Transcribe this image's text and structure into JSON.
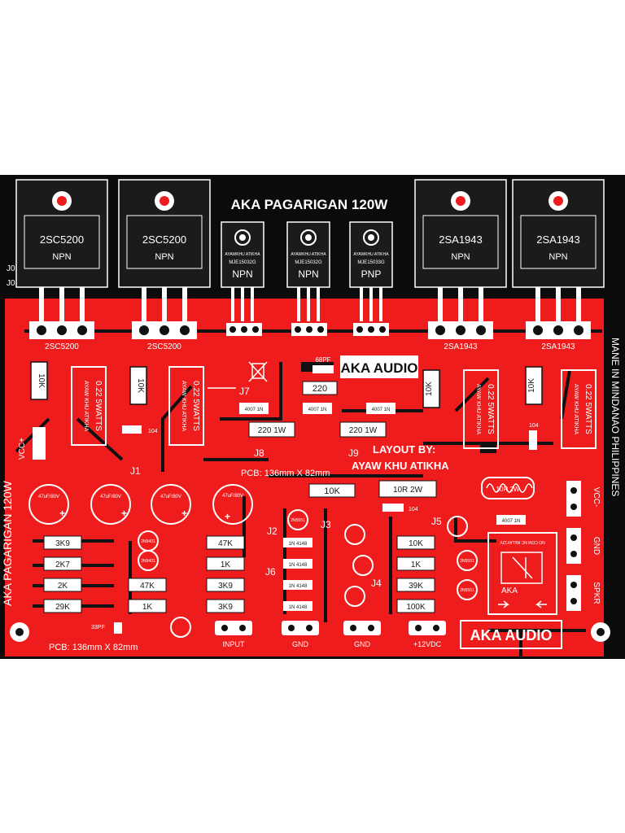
{
  "board": {
    "title": "AKA PAGARIGAN 120W",
    "side_title": "AKA PAGARIGAN 120W",
    "made_in": "MANE IN MINDANAO PHILIPPINES",
    "pcb_size": "PCB: 136mm X 82mm",
    "brand_top": "AKA AUDIO",
    "brand_bottom": "AKA AUDIO",
    "layout_by_1": "LAYOUT BY:",
    "layout_by_2": "AYAW KHU ATIKHA",
    "jo_1": "J0",
    "jo_2": "J0"
  },
  "colors": {
    "board": "#ee1c1c",
    "black": "#0b0b0b",
    "white": "#ffffff",
    "accent_dot": "#ee1c1c"
  },
  "power_transistors": [
    {
      "part": "2SC5200",
      "type": "NPN",
      "silk": "2SC5200"
    },
    {
      "part": "2SC5200",
      "type": "NPN",
      "silk": "2SC5200"
    },
    {
      "part": "2SA1943",
      "type": "NPN",
      "silk": "2SA1943"
    },
    {
      "part": "2SA1943",
      "type": "NPN",
      "silk": "2SA1943"
    }
  ],
  "driver_transistors": [
    {
      "part": "MJE15032G",
      "type": "NPN",
      "maker": "AYAWKHU ATIKHA"
    },
    {
      "part": "MJE15032G",
      "type": "NPN",
      "maker": "AYAWKHU ATIKHA"
    },
    {
      "part": "MJE15033G",
      "type": "PNP",
      "maker": "AYAWKHU ATIKHA"
    }
  ],
  "resistors": {
    "r10k_left_a": "10K",
    "r10k_left_b": "10K",
    "r10k_right_a": "10K",
    "r10k_right_b": "10K",
    "r220": "220",
    "r220_1w_a": "220 1W",
    "r220_1w_b": "220 1W",
    "r10k_mid": "10K",
    "r10r_2w": "10R 2W",
    "r10r_2w_coil": "10R 2W",
    "r3k9_a": "3K9",
    "r2k7": "2K7",
    "r2k": "2K",
    "r29k": "29K",
    "r47k_a": "47K",
    "r1k_a": "1K",
    "r3k9_b": "3K9",
    "r3k9_c": "3K9",
    "r47k_b": "47K",
    "r1k_b": "1K",
    "r10k_r": "10K",
    "r1k_r": "1K",
    "r39k": "39K",
    "r100k": "100K"
  },
  "emitter_resistors": [
    {
      "line1": "AYAW KHU ATIKHA",
      "line2": "0.22 5WATTS"
    },
    {
      "line1": "AYAW KHU ATIKHA",
      "line2": "0.22 5WATTS"
    },
    {
      "line1": "AYAW KHU ATIKHA",
      "line2": "0.22 5WATTS"
    },
    {
      "line1": "AYAW KHU ATIKHA",
      "line2": "0.22 5WATTS"
    }
  ],
  "capacitors": {
    "c47_a": "47uF/80V",
    "c47_b": "47uF/80V",
    "c47_c": "47uF/80V",
    "c47_d": "47uF/80V",
    "c68pf": "68PF",
    "c104_a": "104",
    "c104_b": "104",
    "c104_c": "104",
    "c33pf": "33PF"
  },
  "diodes": {
    "d4007_a": "4007 1N",
    "d4007_b": "4007 1N",
    "d4007_c": "4007 1N",
    "d4007_d": "4007 1N",
    "d4148_a": "1N 4148",
    "d4148_b": "1N 4148",
    "d4148_c": "1N 4148",
    "d4148_d": "1N 4148"
  },
  "jumpers": {
    "j1": "J1",
    "j2": "J2",
    "j3": "J3",
    "j4": "J4",
    "j5": "J5",
    "j6": "J6",
    "j7": "J7",
    "j8": "J8",
    "j9": "J9"
  },
  "small_transistors": {
    "q_a": "2N5551",
    "q_b": "2N5401",
    "q_c": "2N5401",
    "q_d": "2N5551",
    "q_e": "2N5551"
  },
  "connectors": {
    "vcc_plus": "VCC+",
    "vcc_minus": "VCC-",
    "gnd_side": "GND",
    "spkr": "SPKR",
    "input": "INPUT",
    "gnd_1": "GND",
    "gnd_2": "GND",
    "v12": "+12VDC"
  },
  "relay": {
    "label": "AKA",
    "silk": "NO  COM  NC  RELAY12V"
  }
}
